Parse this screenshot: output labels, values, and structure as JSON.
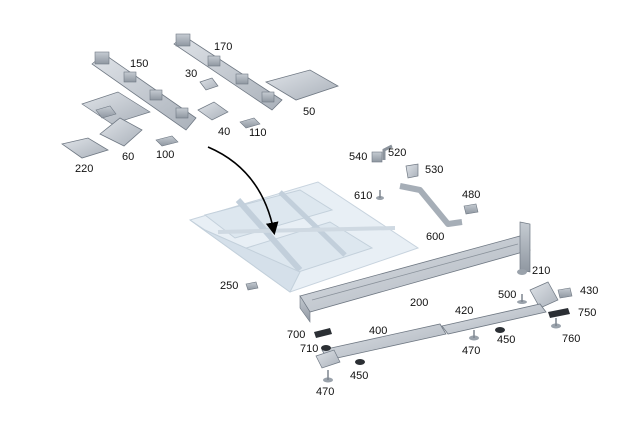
{
  "labels": {
    "l150": "150",
    "l170": "170",
    "l30": "30",
    "l50": "50",
    "l40": "40",
    "l110": "110",
    "l60": "60",
    "l100": "100",
    "l220": "220",
    "l540": "540",
    "l520": "520",
    "l530": "530",
    "l610": "610",
    "l480": "480",
    "l600": "600",
    "l210": "210",
    "l250": "250",
    "l200": "200",
    "l500": "500",
    "l430": "430",
    "l420": "420",
    "l750": "750",
    "l700": "700",
    "l400": "400",
    "l710": "710",
    "l470a": "470",
    "l450a": "450",
    "l760": "760",
    "l450b": "450",
    "l470b": "470"
  }
}
